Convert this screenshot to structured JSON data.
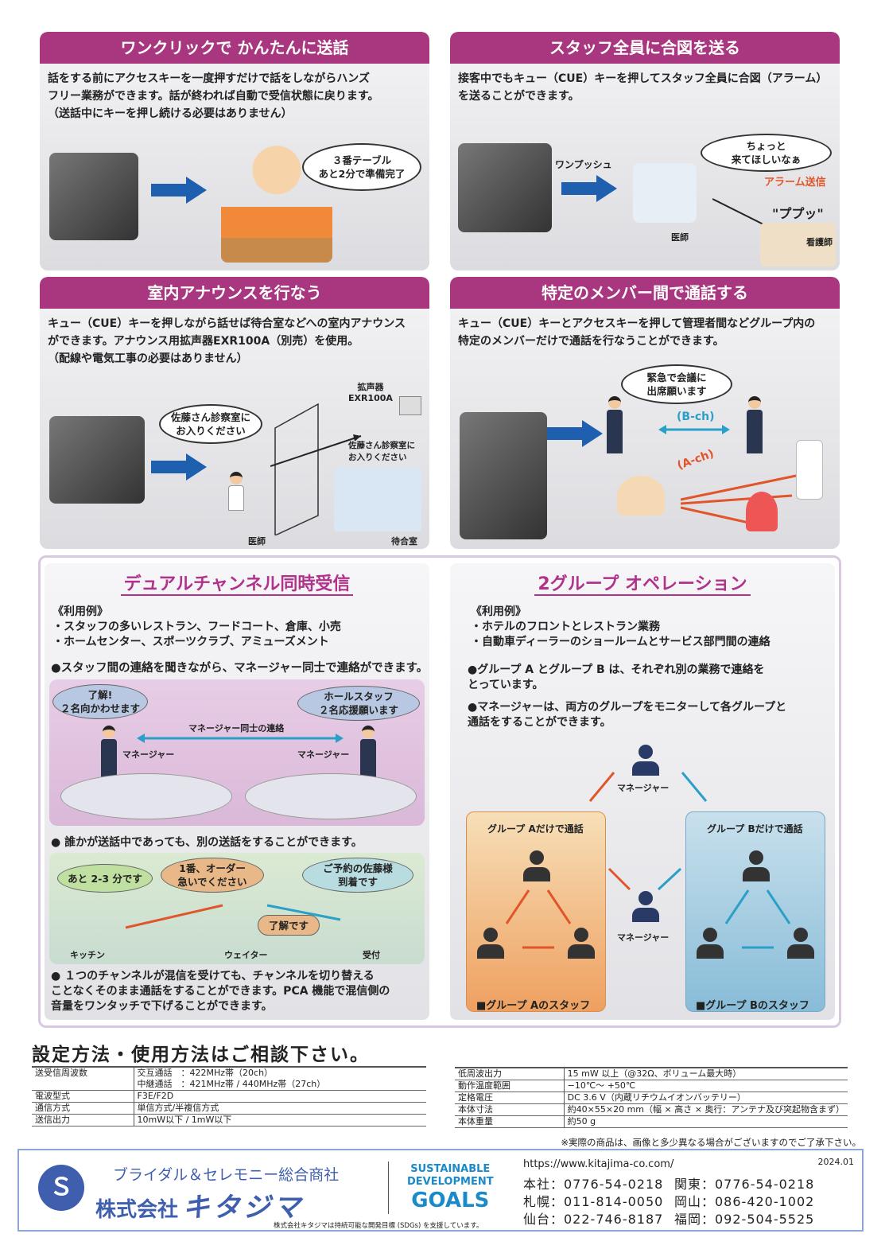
{
  "panels": [
    {
      "title": "ワンクリックで かんたんに送話",
      "lines": [
        "話をする前にアクセスキーを一度押すだけで話をしながらハンズ",
        "フリー業務ができます。話が終われば自動で受信状態に戻ります。",
        "（送話中にキーを押し続ける必要はありません）"
      ],
      "bubble": [
        "３番テーブル",
        "あと2分で準備完了"
      ]
    },
    {
      "title": "スタッフ全員に合図を送る",
      "lines": [
        "接客中でもキュー（CUE）キーを押してスタッフ全員に合図（アラーム）",
        "を送ることができます。"
      ],
      "one_push": "ワンプッシュ",
      "bubble": [
        "ちょっと",
        "来てほしいなぁ"
      ],
      "alarm": "アラーム送信",
      "sound": "\"ププッ\"",
      "doctor": "医師",
      "nurse": "看護師"
    },
    {
      "title": "室内アナウンスを行なう",
      "lines": [
        "キュー（CUE）キーを押しながら話せば待合室などへの室内アナウンス",
        "ができます。アナウンス用拡声器EXR100A（別売）を使用。",
        "（配線や電気工事の必要はありません）"
      ],
      "bubble": [
        "佐藤さん診察室に",
        "お入りください"
      ],
      "speaker_label": [
        "拡声器",
        "EXR100A"
      ],
      "announce": [
        "佐藤さん診察室に",
        "お入りください"
      ],
      "doctor": "医師",
      "waiting_room": "待合室"
    },
    {
      "title": "特定のメンバー間で通話する",
      "lines": [
        "キュー（CUE）キーとアクセスキーを押して管理者間などグループ内の",
        "特定のメンバーだけで通話を行なうことができます。"
      ],
      "bubble": [
        "緊急で会議に",
        "出席願います"
      ],
      "b_ch": "(B-ch)",
      "a_ch": "(A-ch)"
    }
  ],
  "dual": {
    "title": "デュアルチャンネル同時受信",
    "examples_heading": "《利用例》",
    "examples": [
      "・スタッフの多いレストラン、フードコート、倉庫、小売",
      "・ホームセンター、スポーツクラブ、アミューズメント"
    ],
    "point1": "●スタッフ間の連絡を聞きながら、マネージャー同士で連絡ができます。",
    "bubble_left": [
      "了解!",
      "２名向かわせます"
    ],
    "bubble_right": [
      "ホールスタッフ",
      "２名応援願います"
    ],
    "link_label": "マネージャー同士の連絡",
    "manager": "マネージャー",
    "point2": "● 誰かが送話中であっても、別の送話をすることができます。",
    "bubble_kitchen": "あと 2-3 分です",
    "bubble_order": [
      "1番、オーダー",
      "急いでください"
    ],
    "bubble_reception": [
      "ご予約の佐藤様",
      "到着です"
    ],
    "bubble_ok": "了解です",
    "kitchen": "キッチン",
    "waiter": "ウェイター",
    "reception": "受付",
    "point3": [
      "● １つのチャンネルが混信を受けても、チャンネルを切り替える",
      "ことなくそのまま通話をすることができます。PCA 機能で混信側の",
      "音量をワンタッチで下げることができます。"
    ]
  },
  "two_group": {
    "title": "2グループ オペレーション",
    "examples_heading": "《利用例》",
    "examples": [
      "・ホテルのフロントとレストラン業務",
      "・自動車ディーラーのショールームとサービス部門間の連絡"
    ],
    "point1": [
      "●グループ A とグループ B は、それぞれ別の業務で連絡を",
      "とっています。"
    ],
    "point2": [
      "●マネージャーは、両方のグループをモニターして各グループと",
      "通話をすることができます。"
    ],
    "manager": "マネージャー",
    "group_a_title": "グループ Aだけで通話",
    "group_b_title": "グループ Bだけで通話",
    "group_a_staff": "■グループ Aのスタッフ",
    "group_b_staff": "■グループ Bのスタッフ"
  },
  "specs": {
    "heading": "設定方法・使用方法はご相談下さい。",
    "left": [
      {
        "k": "送受信周波数",
        "v": "交互通話　：422MHz帯（20ch）",
        "v2": "中継通話　：421MHz帯 / 440MHz帯（27ch）"
      },
      {
        "k": "電波型式",
        "v": "F3E/F2D"
      },
      {
        "k": "通信方式",
        "v": "単信方式/半複信方式"
      },
      {
        "k": "送信出力",
        "v": "10mW以下 / 1mW以下"
      }
    ],
    "right": [
      {
        "k": "低周波出力",
        "v": "15 mW 以上（@32Ω、ボリューム最大時）"
      },
      {
        "k": "動作温度範囲",
        "v": "−10℃〜 +50℃"
      },
      {
        "k": "定格電圧",
        "v": "DC 3.6 V（内蔵リチウムイオンバッテリー）"
      },
      {
        "k": "本体寸法",
        "v": "約40×55×20 mm（幅 × 高さ × 奥行：アンテナ及び突起物含まず）"
      },
      {
        "k": "本体重量",
        "v": "約50 g"
      }
    ],
    "note": "※実際の商品は、画像と多少異なる場合がございますのでご了承下さい。"
  },
  "footer": {
    "tagline": "ブライダル＆セレモニー総合商社",
    "company_prefix": "株式会社",
    "company_name": "キタジマ",
    "sdg_lines": [
      "SUSTAINABLE",
      "DEVELOPMENT",
      "GOALS"
    ],
    "sdg_note": "株式会社キタジマは持続可能な開発目標 (SDGs) を支援しています。",
    "url": "https://www.kitajima-co.com/",
    "date": "2024.01",
    "phones": [
      "本社：0776-54-0218",
      "関東：0776-54-0218",
      "札幌：011-814-0050",
      "岡山：086-420-1002",
      "仙台：022-746-8187",
      "福岡：092-504-5525"
    ]
  },
  "colors": {
    "header": "#a8377f",
    "title": "#b0328a",
    "arrow_blue": "#1f5fb0",
    "orange": "#e0552a",
    "cyan": "#2aa0c8",
    "brand": "#3f5fae"
  }
}
